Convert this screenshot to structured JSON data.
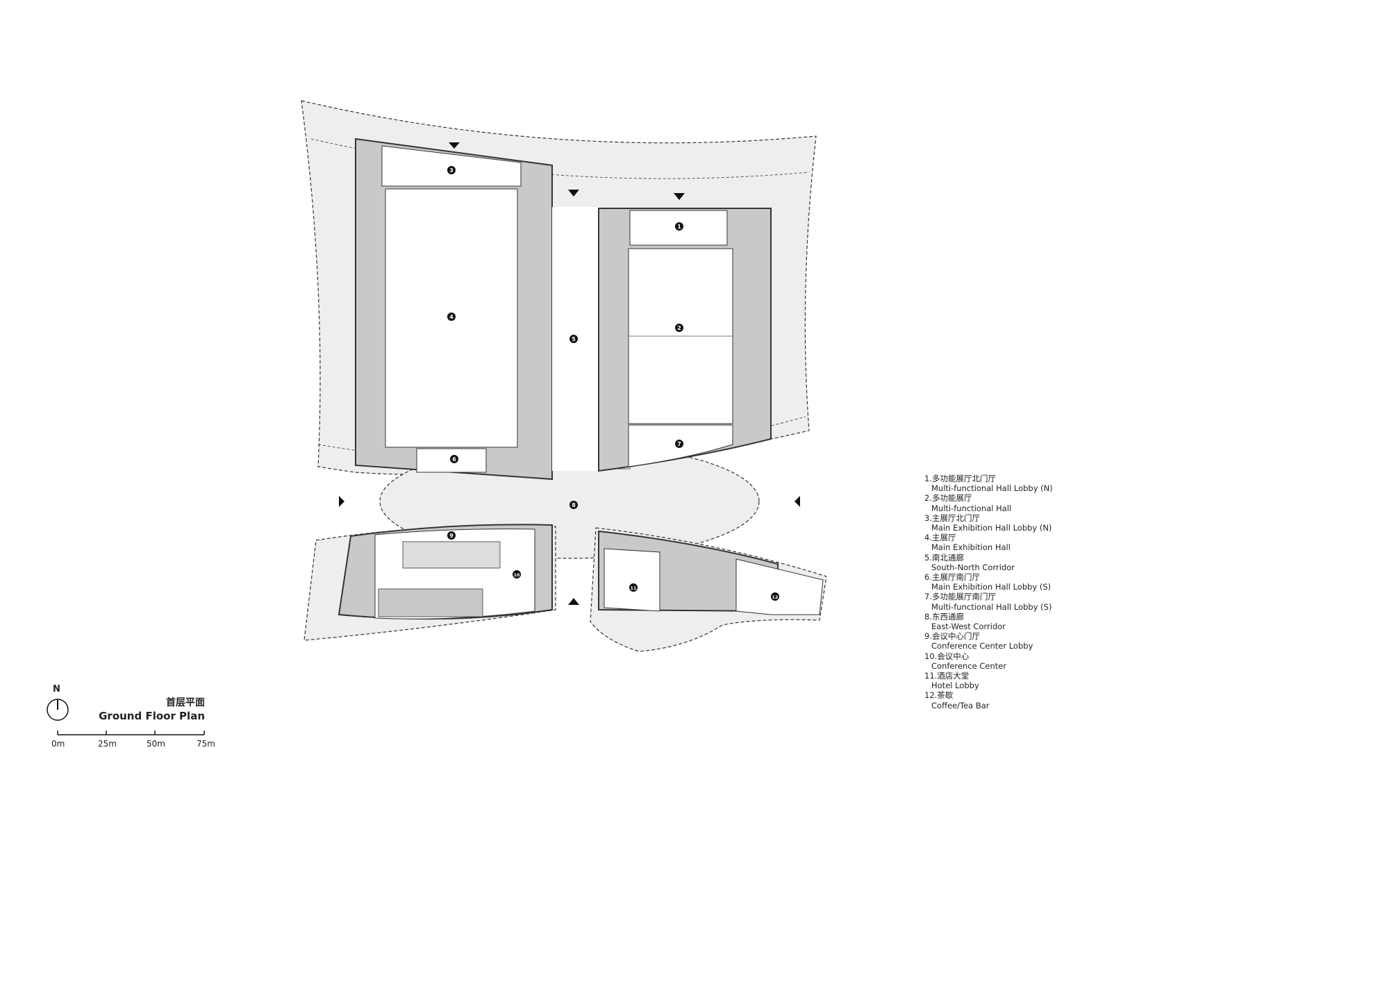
{
  "title": {
    "zh": "首层平面",
    "en": "Ground Floor Plan"
  },
  "north": "N",
  "scale_bar": [
    "0m",
    "25m",
    "50m",
    "75m"
  ],
  "room_numbers": [
    "1",
    "2",
    "3",
    "4",
    "5",
    "6",
    "7",
    "8",
    "9",
    "10",
    "11",
    "12"
  ],
  "legend": [
    {
      "zh": "1.多功能展厅北门厅",
      "en": "Multi-functional Hall Lobby (N)"
    },
    {
      "zh": "2.多功能展厅",
      "en": "Multi-functional Hall"
    },
    {
      "zh": "3.主展厅北门厅",
      "en": "Main Exhibition Hall Lobby (N)"
    },
    {
      "zh": "4.主展厅",
      "en": "Main Exhibition Hall"
    },
    {
      "zh": "5.南北通廊",
      "en": "South-North Corridor"
    },
    {
      "zh": "6.主展厅南门厅",
      "en": "Main Exhibition Hall Lobby (S)"
    },
    {
      "zh": "7.多功能展厅南门厅",
      "en": "Multi-functional Hall Lobby (S)"
    },
    {
      "zh": "8.东西通廊",
      "en": "East-West Corridor"
    },
    {
      "zh": "9.会议中心门厅",
      "en": "Conference Center Lobby"
    },
    {
      "zh": "10.会议中心",
      "en": "Conference Center"
    },
    {
      "zh": "11.酒店大堂",
      "en": "Hotel Lobby"
    },
    {
      "zh": "12.茶歇",
      "en": "Coffee/Tea Bar"
    }
  ],
  "colors": {
    "plaza": "#eeeeee",
    "service": "#c9c9c9",
    "wall": "#333333",
    "hall": "#ffffff"
  }
}
